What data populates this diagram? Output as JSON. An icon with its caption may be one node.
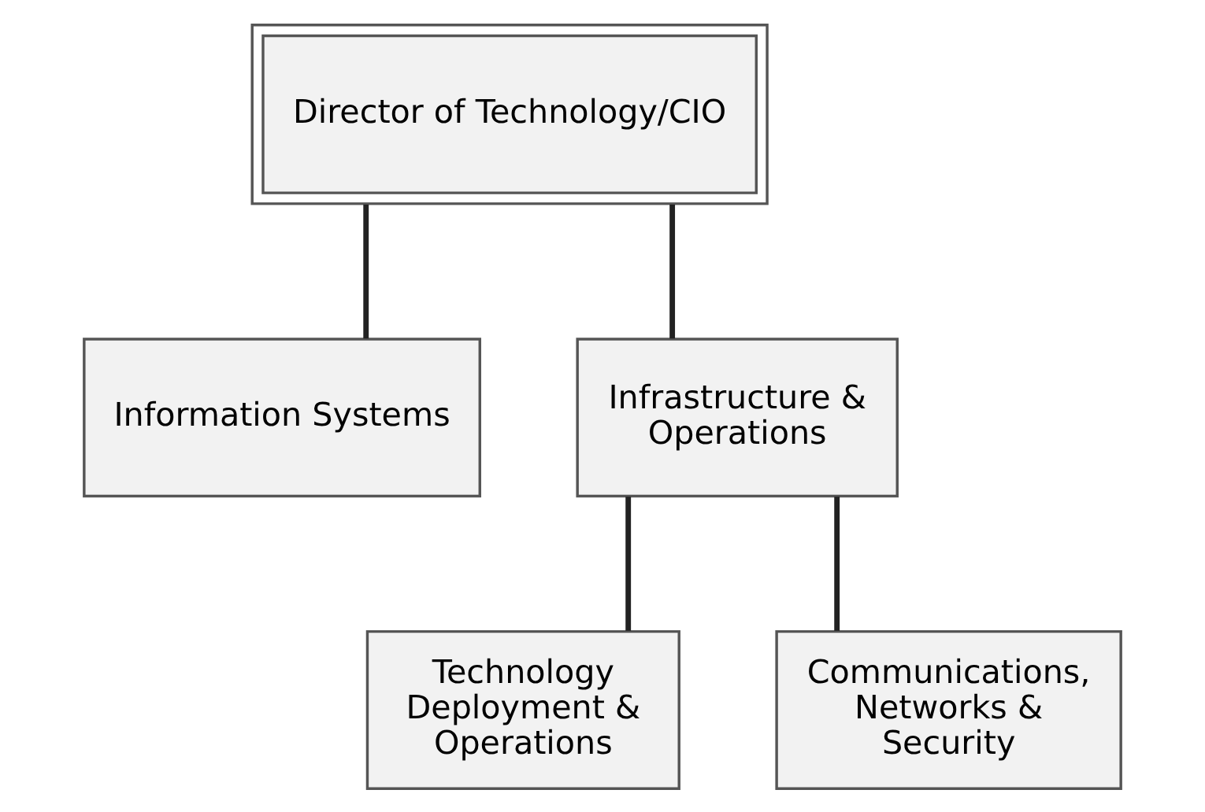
{
  "diagram": {
    "nodes": [
      {
        "text": [
          "Director of Technology/CIO"
        ]
      },
      {
        "text": [
          "Information Systems"
        ]
      },
      {
        "text": [
          "Infrastructure & Operations"
        ]
      },
      {
        "text": [
          "Technology Deployment & Operations"
        ]
      },
      {
        "text": [
          "Communications, Networks & Security"
        ]
      }
    ],
    "edges": [
      {
        "from": 0,
        "to": 1,
        "arrow": "none"
      },
      {
        "from": 0,
        "to": 2,
        "arrow": "none"
      },
      {
        "from": 2,
        "to": 3,
        "arrow": "none"
      },
      {
        "from": 2,
        "to": 4,
        "arrow": "none"
      }
    ]
  }
}
